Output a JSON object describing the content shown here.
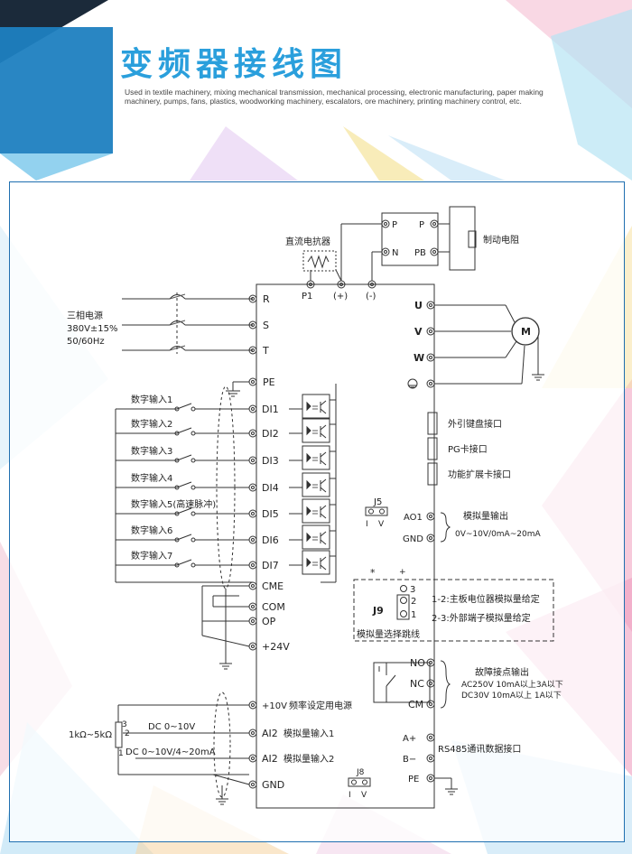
{
  "header": {
    "title": "变频器接线图",
    "subtitle": "Used in textile machinery, mixing mechanical transmission, mechanical processing, electronic manufacturing, paper making machinery, pumps, fans, plastics, woodworking machinery, escalators, ore machinery, printing machinery control, etc."
  },
  "diagram": {
    "power": {
      "label_line1": "三相电源",
      "label_line2": "380V±15%",
      "label_line3": "50/60Hz",
      "terminals": [
        "R",
        "S",
        "T",
        "PE"
      ]
    },
    "dc_reactor": {
      "label": "直流电抗器",
      "terminals": [
        "P1",
        "(+)",
        "(-)"
      ]
    },
    "brake": {
      "left_terminals": [
        "P",
        "N"
      ],
      "right_terminals": [
        "P",
        "PB"
      ],
      "label": "制动电阻"
    },
    "motor": {
      "terminals": [
        "U",
        "V",
        "W"
      ],
      "symbol": "M"
    },
    "digital_inputs": [
      {
        "label": "数字输入1",
        "terminal": "DI1"
      },
      {
        "label": "数字输入2",
        "terminal": "DI2"
      },
      {
        "label": "数字输入3",
        "terminal": "DI3"
      },
      {
        "label": "数字输入4",
        "terminal": "DI4"
      },
      {
        "label": "数字输入5(高速脉冲)",
        "terminal": "DI5"
      },
      {
        "label": "数字输入6",
        "terminal": "DI6"
      },
      {
        "label": "数字输入7",
        "terminal": "DI7"
      }
    ],
    "common_terminals": [
      "CME",
      "COM",
      "OP",
      "+24V"
    ],
    "interfaces": [
      "外引键盘接口",
      "PG卡接口",
      "功能扩展卡接口"
    ],
    "j5": {
      "label": "J5",
      "pins": [
        "I",
        "V"
      ]
    },
    "analog_out": {
      "terminals": [
        "AO1",
        "GND"
      ],
      "label": "模拟量输出",
      "range": "0V~10V/0mA~20mA"
    },
    "j9": {
      "label": "J9",
      "marks": [
        "*",
        "+"
      ],
      "pins": [
        "3",
        "2",
        "1"
      ],
      "option1": "1-2:主板电位器模拟量给定",
      "option2": "2-3:外部端子模拟量给定",
      "caption": "模拟量选择跳线"
    },
    "relay": {
      "terminals": [
        "NO",
        "NC",
        "CM"
      ],
      "label": "故障接点输出",
      "spec1": "AC250V  10mA以上3A以下",
      "spec2": "DC30V   10mA以上  1A以下"
    },
    "analog_in": {
      "supply_terminal": "+10V",
      "supply_label": "频率设定用电源",
      "ai2_a_terminal": "AI2",
      "ai2_a_label": "模拟量输入1",
      "ai2_b_terminal": "AI2",
      "ai2_b_label": "模拟量输入2",
      "gnd_terminal": "GND",
      "pot_label": "1kΩ~5kΩ",
      "pot_pins": [
        "3",
        "2",
        "1"
      ],
      "dc1": "DC 0~10V",
      "dc2": "DC 0~10V/4~20mA"
    },
    "rs485": {
      "terminals": [
        "A+",
        "B−",
        "PE"
      ],
      "label": "RS485通讯数据接口"
    },
    "j8": {
      "label": "J8",
      "pins": [
        "I",
        "V"
      ]
    }
  }
}
